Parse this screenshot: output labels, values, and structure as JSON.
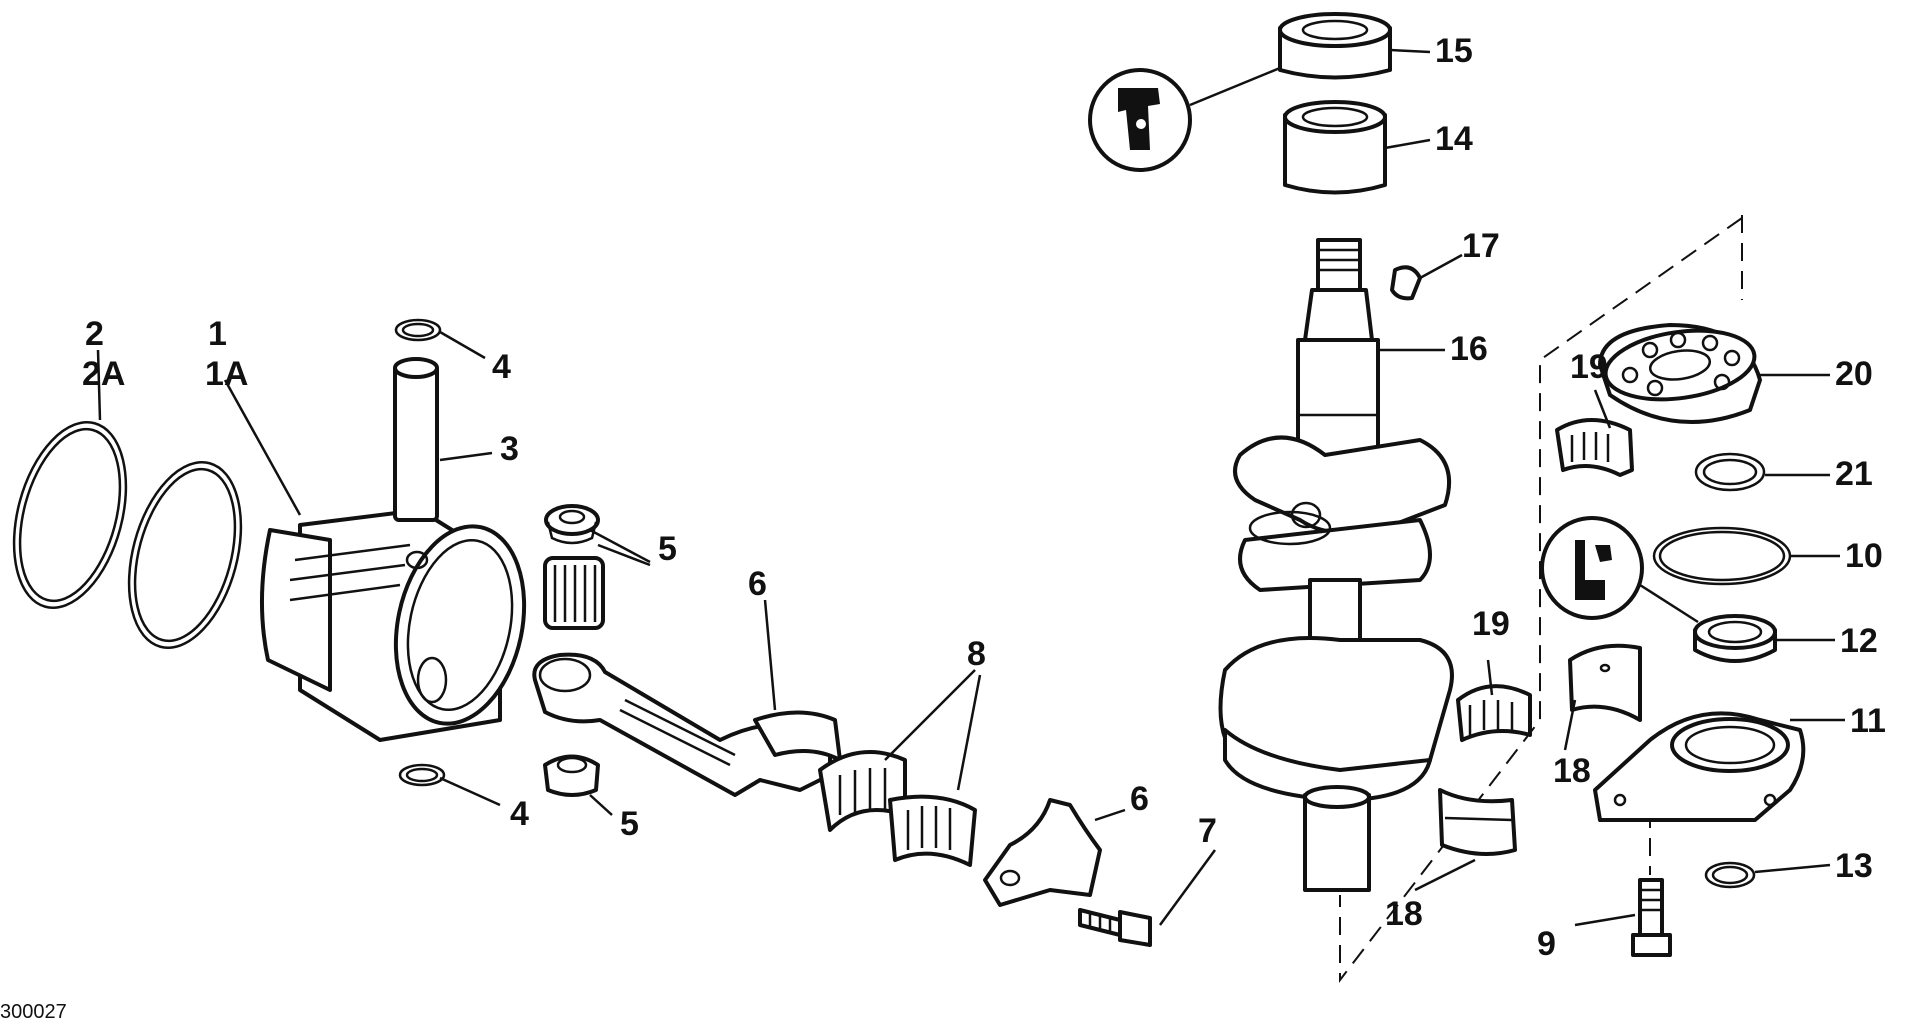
{
  "labels": {
    "l1": "1",
    "l1a": "1A",
    "l2": "2",
    "l2a": "2A",
    "l3": "3",
    "l4_top": "4",
    "l4_bottom": "4",
    "l5_top": "5",
    "l5_bottom": "5",
    "l6_top": "6",
    "l6_bottom": "6",
    "l7": "7",
    "l8": "8",
    "l9": "9",
    "l10": "10",
    "l11": "11",
    "l12": "12",
    "l13": "13",
    "l14": "14",
    "l15": "15",
    "l16": "16",
    "l17": "17",
    "l18_left": "18",
    "l18_right": "18",
    "l19_top": "19",
    "l19_mid": "19",
    "l20": "20",
    "l21": "21"
  },
  "figure_code": "300027"
}
